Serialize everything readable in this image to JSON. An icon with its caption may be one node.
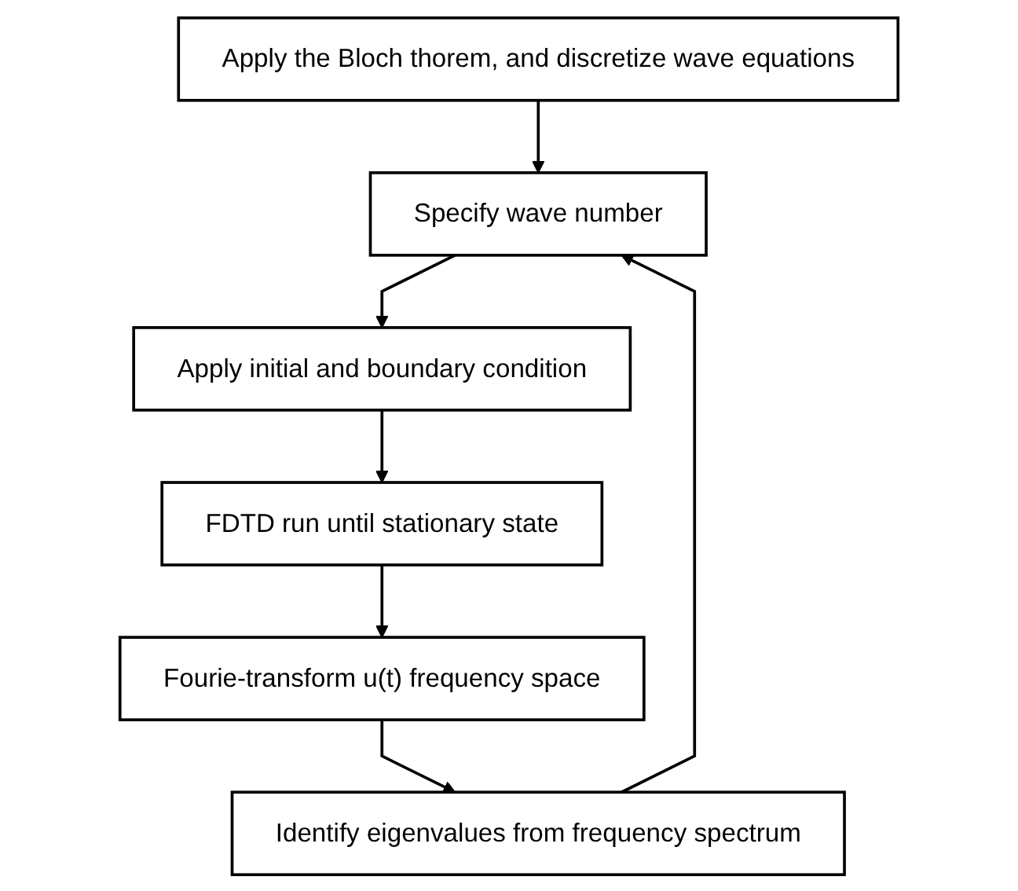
{
  "diagram": {
    "nodes": [
      {
        "text": [
          "Apply the Bloch thorem, and discretize wave equations"
        ]
      },
      {
        "text": [
          "Specify wave number"
        ]
      },
      {
        "text": [
          "Apply initial and boundary condition"
        ]
      },
      {
        "text": [
          "FDTD run until stationary state"
        ]
      },
      {
        "text": [
          "Fourie-transform u(t) frequency space"
        ]
      },
      {
        "text": [
          "Identify eigenvalues from frequency spectrum"
        ]
      }
    ],
    "edges": [
      {
        "from": 0,
        "to": 1,
        "arrow": "to"
      },
      {
        "from": 1,
        "to": 2,
        "arrow": "to"
      },
      {
        "from": 2,
        "to": 3,
        "arrow": "to"
      },
      {
        "from": 3,
        "to": 4,
        "arrow": "to"
      },
      {
        "from": 4,
        "to": 5,
        "arrow": "to"
      },
      {
        "from": 5,
        "to": 1,
        "arrow": "to"
      }
    ]
  }
}
